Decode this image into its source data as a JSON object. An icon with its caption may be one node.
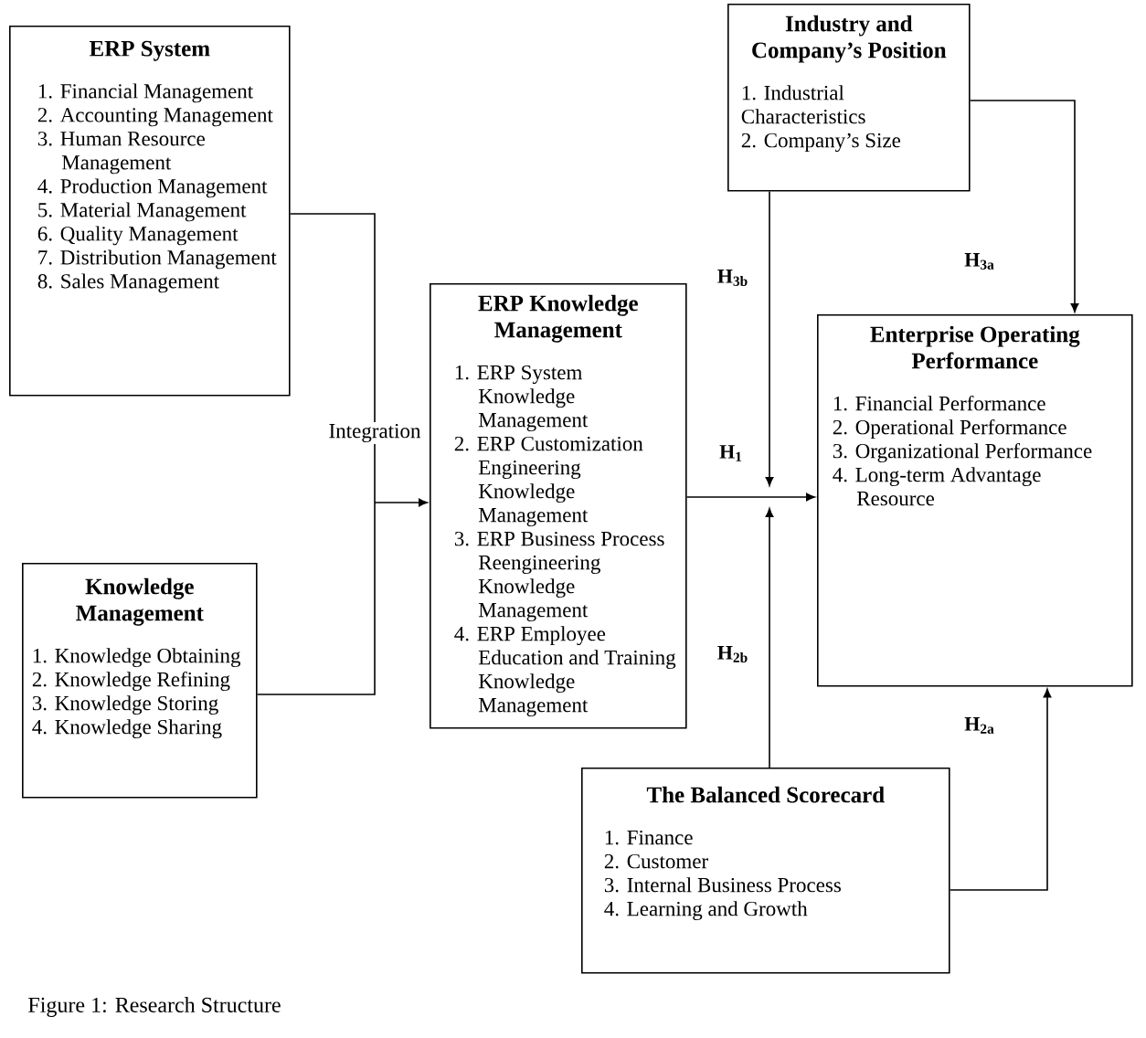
{
  "diagram": {
    "caption": "Figure 1: Research Structure",
    "nodes": [
      {
        "text": [
          "ERP System",
          "1. Financial Management",
          "2. Accounting Management",
          "3. Human Resource Management",
          "4. Production Management",
          "5. Material Management",
          "6. Quality Management",
          "7. Distribution Management",
          "8. Sales Management"
        ]
      },
      {
        "text": [
          "Knowledge Management",
          "1. Knowledge Obtaining",
          "2. Knowledge Refining",
          "3. Knowledge Storing",
          "4. Knowledge Sharing"
        ]
      },
      {
        "text": [
          "ERP Knowledge Management",
          "1. ERP System Knowledge Management",
          "2. ERP Customization Engineering Knowledge Management",
          "3. ERP Business Process Reengineering Knowledge Management",
          "4. ERP Employee Education and Training Knowledge Management"
        ]
      },
      {
        "text": [
          "Industry and Company’s Position",
          "1. Industrial Characteristics",
          "2. Company’s Size"
        ]
      },
      {
        "text": [
          "Enterprise Operating Performance",
          "1. Financial Performance",
          "2. Operational Performance",
          "3. Organizational Performance",
          "4. Long-term Advantage Resource"
        ]
      },
      {
        "text": [
          "The Balanced Scorecard",
          "1. Finance",
          "2. Customer",
          "3. Internal Business Process",
          "4. Learning and Growth"
        ]
      }
    ],
    "edges": [
      {
        "from": 0,
        "to": 2,
        "arrow": "to",
        "label": "Integration"
      },
      {
        "from": 1,
        "to": 2,
        "arrow": "to"
      },
      {
        "from": 2,
        "to": 4,
        "arrow": "to",
        "label": "H$_{1}$"
      },
      {
        "from": 3,
        "to": null,
        "arrow": "to",
        "label": "H$_{3b}$"
      },
      {
        "from": 5,
        "to": null,
        "arrow": "to",
        "label": "H$_{2b}$"
      },
      {
        "from": 3,
        "to": 4,
        "arrow": "to",
        "label": "H$_{3a}$"
      },
      {
        "from": 5,
        "to": 4,
        "arrow": "to",
        "label": "H$_{2a}$"
      }
    ]
  }
}
